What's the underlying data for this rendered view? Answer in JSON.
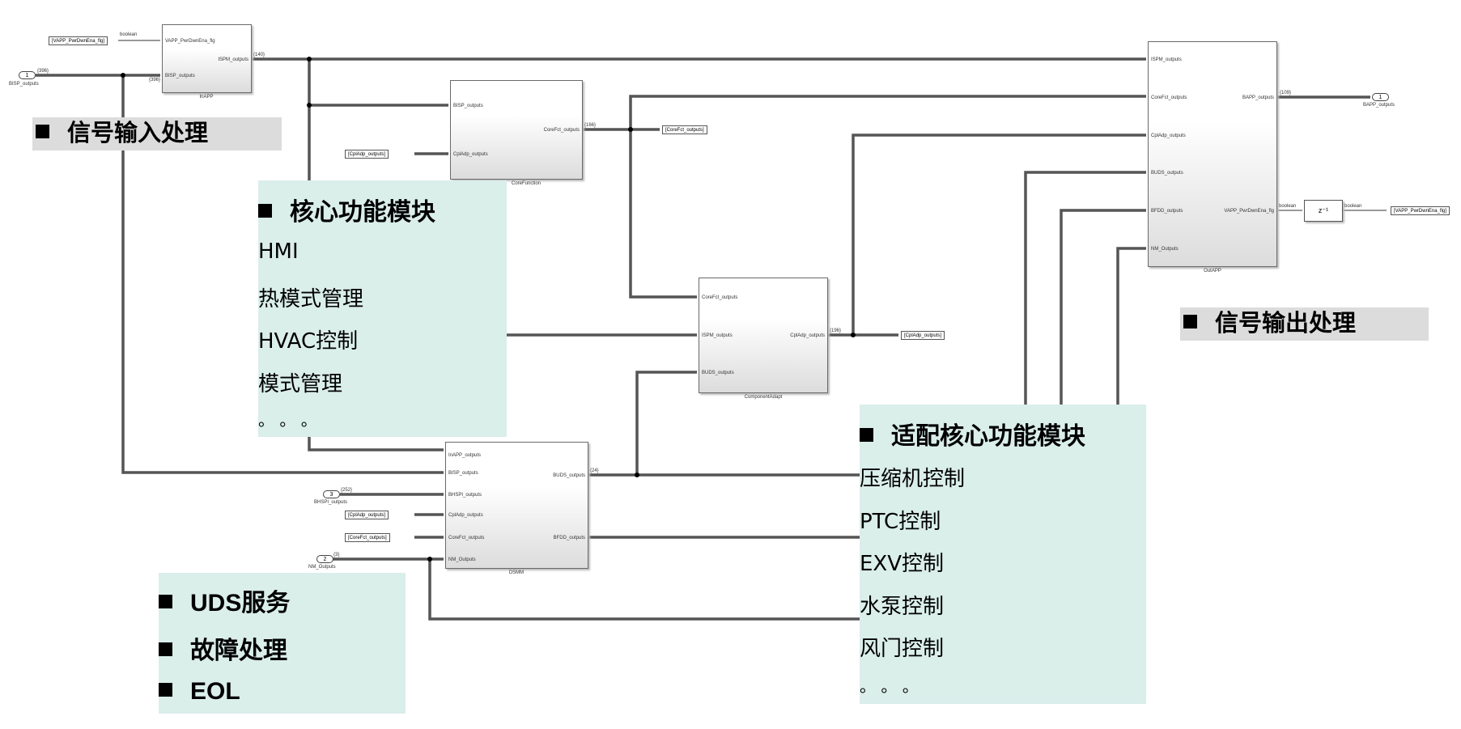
{
  "blocks": {
    "inapp": {
      "name": "InAPP",
      "inputs": [
        "VAPP_PwrDwnEna_flg",
        "BISP_outputs"
      ],
      "outputs": [
        "ISPM_outputs"
      ]
    },
    "corefunction": {
      "name": "CoreFunction",
      "inputs": [
        "BISP_outputs",
        "CplAdp_outputs"
      ],
      "outputs": [
        "CoreFct_outputs"
      ]
    },
    "componentadapt": {
      "name": "ComponentAdapt",
      "inputs": [
        "CoreFct_outputs",
        "ISPM_outputs",
        "BUDS_outputs"
      ],
      "outputs": [
        "CplAdp_outputs"
      ]
    },
    "dsmm": {
      "name": "DSMM",
      "inputs": [
        "InAPP_outputs",
        "BISP_outputs",
        "BHSPI_outputs",
        "CplAdp_outputs",
        "CoreFct_outputs",
        "NM_Outputs"
      ],
      "outputs": [
        "BUDS_outputs",
        "BFDD_outputs"
      ]
    },
    "outapp": {
      "name": "OutAPP",
      "inputs": [
        "ISPM_outputs",
        "CoreFct_outputs",
        "CplAdp_outputs",
        "BUDS_outputs",
        "BFDD_outputs",
        "NM_Outputs"
      ],
      "outputs": [
        "BAPP_outputs",
        "VAPP_PwrDwnEna_flg"
      ]
    },
    "delay": {
      "label": "z⁻¹"
    }
  },
  "ports": {
    "bisp": {
      "num": "1",
      "name": "BISP_outputs"
    },
    "nm": {
      "num": "2",
      "name": "NM_Outputs"
    },
    "bhspi": {
      "num": "3",
      "name": "BHSPI_outputs"
    },
    "bapp": {
      "num": "1",
      "name": "BAPP_outputs"
    }
  },
  "tags": {
    "vapp_from": "[VAPP_PwrDwnEna_flg]",
    "vapp_goto": "[VAPP_PwrDwnEna_flg]",
    "corefct_goto": "[CoreFct_outputs]",
    "cpladp_goto": "[CplAdp_outputs]",
    "cpladp_from1": "[CplAdp_outputs]",
    "cpladp_from2": "[CplAdp_outputs]",
    "corefct_from": "[CoreFct_outputs]"
  },
  "signals": {
    "boolean": "boolean",
    "d396": "{396}",
    "d140": "{140}",
    "d166": "{166}",
    "d196": "{196}",
    "d252": "{252}",
    "d24": "{24}",
    "d3": "{3}",
    "d109": "{109}"
  },
  "annotations": {
    "input_band": "信号输入处理",
    "output_band": "信号输出处理",
    "core_panel": {
      "title": "核心功能模块",
      "items": [
        "HMI",
        "热模式管理",
        "HVAC控制",
        "模式管理",
        "。 。 。"
      ]
    },
    "adapt_panel": {
      "title": "适配核心功能模块",
      "items": [
        "压缩机控制",
        "PTC控制",
        "EXV控制",
        "水泵控制",
        "风门控制",
        "。 。 。"
      ]
    },
    "service_panel": {
      "items": [
        "UDS服务",
        "故障处理",
        "EOL"
      ]
    }
  }
}
